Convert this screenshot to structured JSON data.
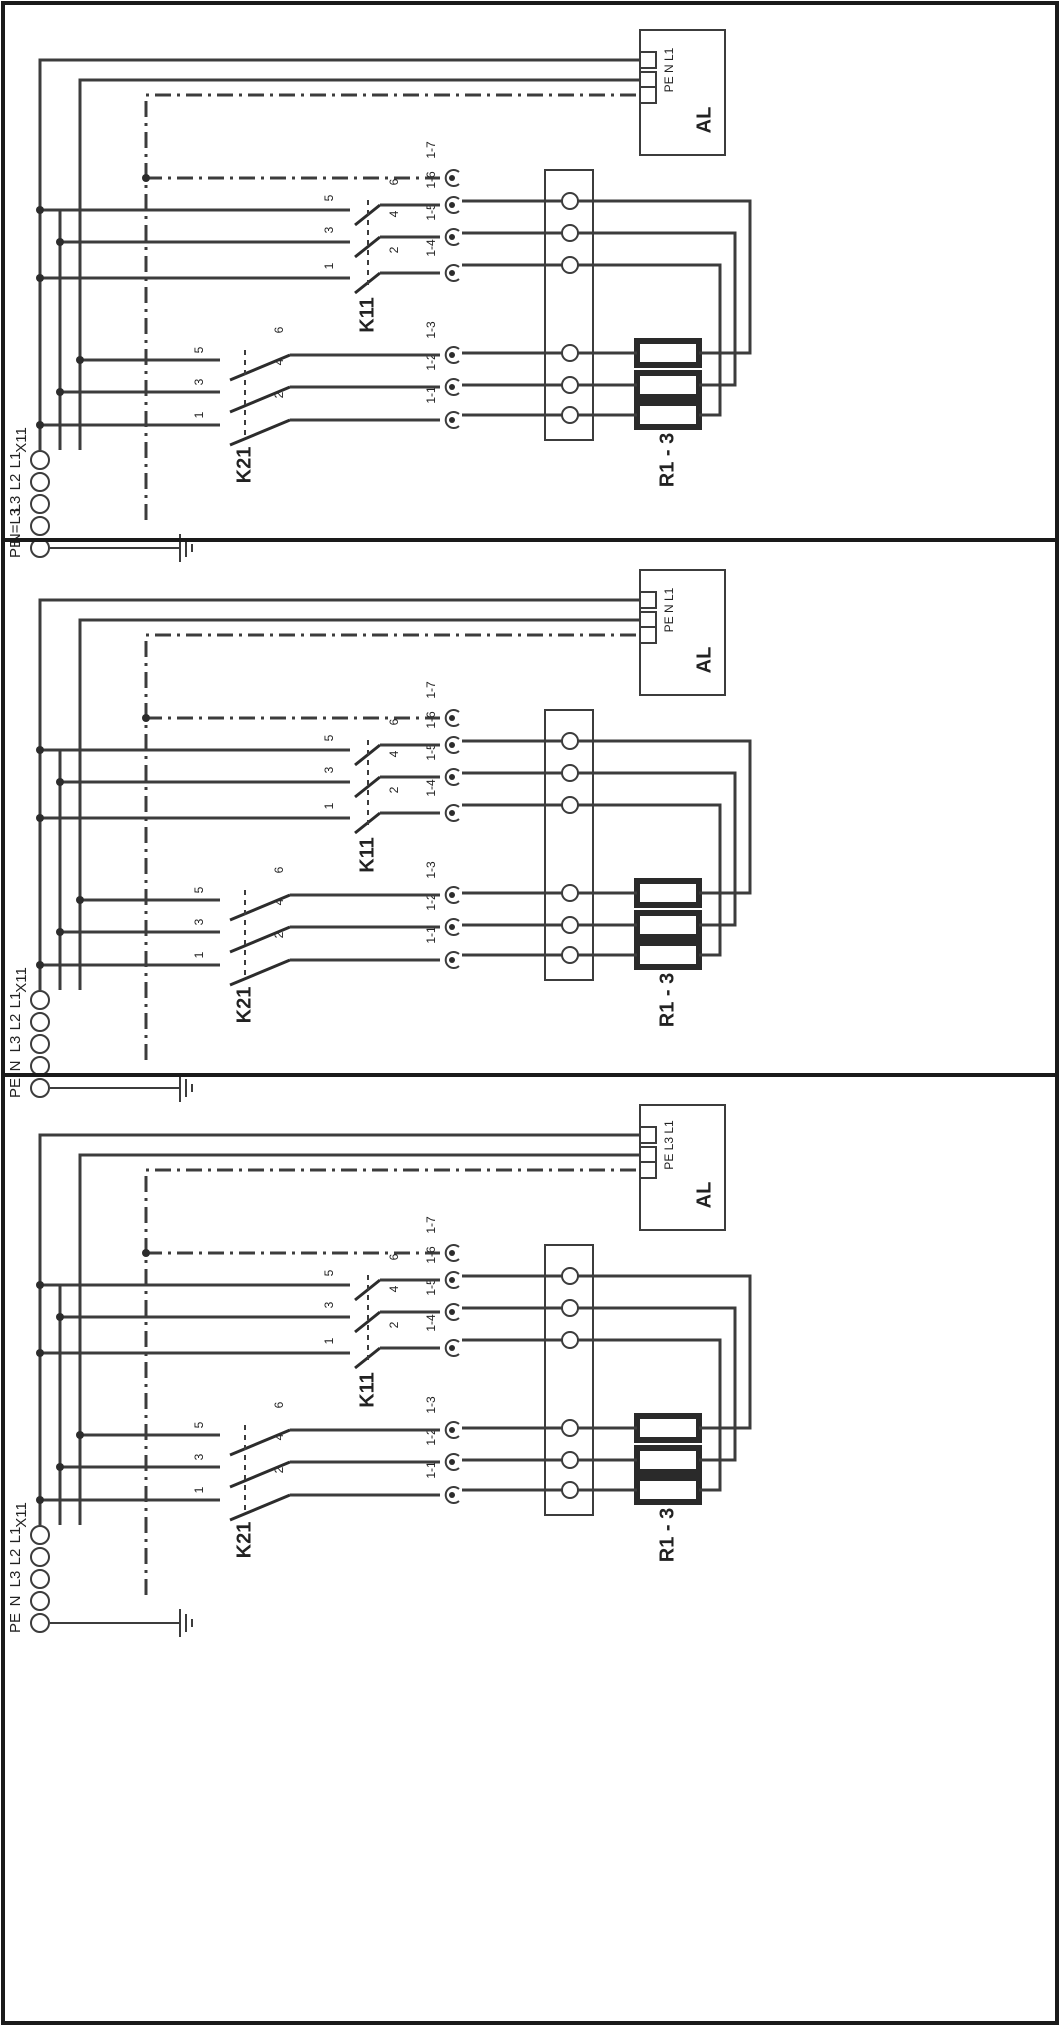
{
  "panels": [
    {
      "terminal_block": "X11",
      "conductors": [
        "L1",
        "L2",
        "L3",
        "N=L3",
        "PE"
      ],
      "contactor_main": "K21",
      "contactor_aux": "K11",
      "main_poles": [
        "1",
        "3",
        "5",
        "2",
        "4",
        "6"
      ],
      "aux_poles": [
        "1",
        "3",
        "5",
        "2",
        "4",
        "6"
      ],
      "terminals_main": [
        "1-1",
        "1-2",
        "1-3"
      ],
      "terminals_aux": [
        "1-4",
        "1-5",
        "1-6",
        "1-7"
      ],
      "heater": "R1 - 3",
      "controller": "AL",
      "controller_pins": "PE N L1"
    },
    {
      "terminal_block": "X11",
      "conductors": [
        "L1",
        "L2",
        "L3",
        "N",
        "PE"
      ],
      "contactor_main": "K21",
      "contactor_aux": "K11",
      "main_poles": [
        "1",
        "3",
        "5",
        "2",
        "4",
        "6"
      ],
      "aux_poles": [
        "1",
        "3",
        "5",
        "2",
        "4",
        "6"
      ],
      "terminals_main": [
        "1-1",
        "1-2",
        "1-3"
      ],
      "terminals_aux": [
        "1-4",
        "1-5",
        "1-6",
        "1-7"
      ],
      "heater": "R1 - 3",
      "controller": "AL",
      "controller_pins": "PE N L1"
    },
    {
      "terminal_block": "X11",
      "conductors": [
        "L1",
        "L2",
        "L3",
        "N",
        "PE"
      ],
      "contactor_main": "K21",
      "contactor_aux": "K11",
      "main_poles": [
        "1",
        "3",
        "5",
        "2",
        "4",
        "6"
      ],
      "aux_poles": [
        "1",
        "3",
        "5",
        "2",
        "4",
        "6"
      ],
      "terminals_main": [
        "1-1",
        "1-2",
        "1-3"
      ],
      "terminals_aux": [
        "1-4",
        "1-5",
        "1-6",
        "1-7"
      ],
      "heater": "R1 - 3",
      "controller": "AL",
      "controller_pins": "PE L3 L1"
    }
  ]
}
